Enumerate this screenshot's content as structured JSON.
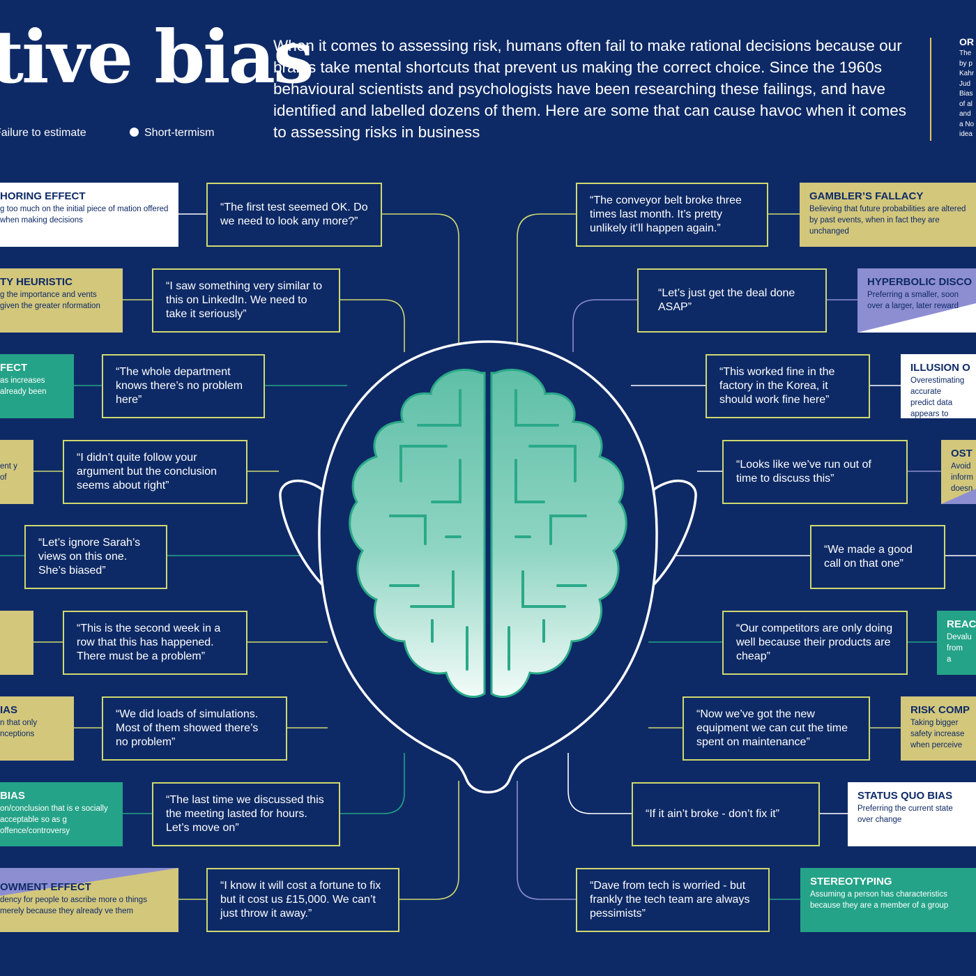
{
  "header": {
    "title": "tive bias",
    "legend": [
      {
        "label": "Failure to estimate"
      },
      {
        "label": "Short-termism"
      }
    ],
    "intro": "When it comes to assessing risk, humans often fail to make rational decisions because our brains take mental shortcuts that prevent us making the correct choice. Since the 1960s behavioural scientists and psychologists have been researching these failings, and have identified and labelled dozens of them. Here are some that can cause havoc when it comes to assessing risks in business",
    "side_heading": "OR",
    "side_lines": [
      "The",
      "by p",
      "Kahr",
      "Jud",
      "Bias",
      "of al",
      "and",
      "a No",
      "idea"
    ]
  },
  "colors": {
    "background": "#0e2a66",
    "yellow": "#d3c77c",
    "teal": "#25a388",
    "purple": "#8d8ed2",
    "white": "#ffffff",
    "line_yellow": "#cfd96f",
    "brain": "#6fc9b3"
  },
  "left_quotes": [
    "“The first test seemed OK. Do we need to look any more?”",
    "“I saw something very similar to this on LinkedIn. We need to take it seriously”",
    "“The whole department knows there’s no problem here”",
    "“I didn’t quite follow your argument but the conclusion seems about right”",
    "“Let’s ignore Sarah’s views on this one. She’s biased”",
    "“This is the second week in a row that this has happened. There must be a problem”",
    "“We did loads of simulations. Most of them showed there’s no problem”",
    "“The last time we discussed this the meeting lasted for hours. Let’s move on”",
    "“I know it will cost a fortune to fix but it cost us £15,000. We can’t just throw it away.”"
  ],
  "right_quotes": [
    "“The conveyor belt broke three times last month. It’s pretty unlikely it’ll happen again.”",
    "“Let’s just get the deal done ASAP”",
    "“This worked fine in the factory in the Korea, it should work fine here”",
    "“Looks like we’ve run out of time to discuss this”",
    "“We made a good call on that one”",
    "“Our competitors are only doing well because their products are cheap”",
    "“Now we’ve got the new equipment we can cut the time spent on maintenance”",
    "“If it ain’t broke - don’t fix it”",
    "“Dave from tech is worried - but frankly the tech team are always pessimists”"
  ],
  "left_biases": [
    {
      "title": "HORING EFFECT",
      "desc": "g too much on the initial piece of mation offered when making decisions",
      "color": "white"
    },
    {
      "title": "TY HEURISTIC",
      "desc": "g the importance and vents given the greater nformation",
      "color": "yellow"
    },
    {
      "title": "FECT",
      "desc": "as increases already been",
      "color": "teal"
    },
    {
      "title": "",
      "desc": "ent y of",
      "color": "yellow"
    },
    {
      "title": "",
      "desc": "",
      "color": "yellow"
    },
    {
      "title": "IAS",
      "desc": "n that only nceptions",
      "color": "yellow"
    },
    {
      "title": "BIAS",
      "desc": "on/conclusion that is e socially acceptable so as g offence/controversy",
      "color": "teal"
    },
    {
      "title": "OWMENT EFFECT",
      "desc": "dency for people to ascribe more o things merely because they already ve them",
      "color": "yellow-purple"
    }
  ],
  "right_biases": [
    {
      "title": "GAMBLER’S FALLACY",
      "desc": "Believing that future probabilities are altered by past events, when in fact they are unchanged",
      "color": "yellow"
    },
    {
      "title": "HYPERBOLIC DISCO",
      "desc": "Preferring a smaller, soon over a larger, later reward",
      "color": "purple-white"
    },
    {
      "title": "ILLUSION O",
      "desc": "Overestimating accurate predict data appears to",
      "color": "white"
    },
    {
      "title": "OST",
      "desc": "Avoid inform doesn",
      "color": "purple-yellow"
    },
    {
      "title": "REAC",
      "desc": "Devalu from a",
      "color": "teal"
    },
    {
      "title": "RISK COMP",
      "desc": "Taking bigger safety increase when perceive",
      "color": "yellow"
    },
    {
      "title": "STATUS QUO BIAS",
      "desc": "Preferring the current state over change",
      "color": "white"
    },
    {
      "title": "STEREOTYPING",
      "desc": "Assuming a person has characteristics because they are a member of a group",
      "color": "teal"
    }
  ]
}
